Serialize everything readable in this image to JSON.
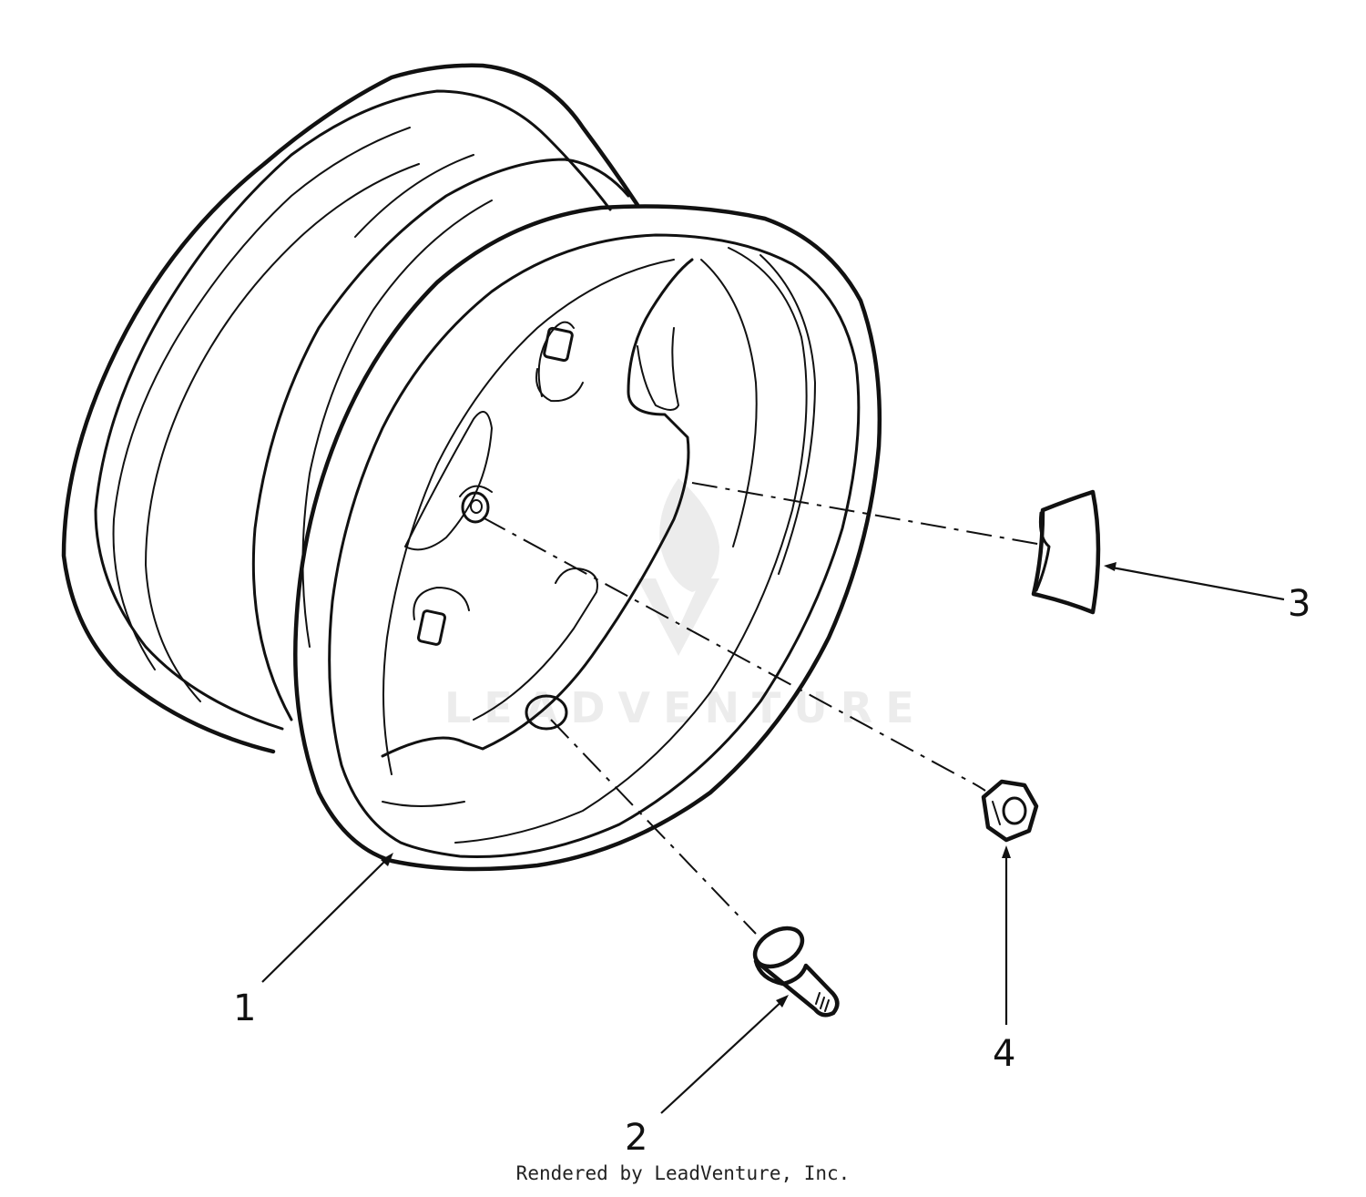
{
  "diagram": {
    "callouts": [
      {
        "label": "1",
        "part": "wheel rim"
      },
      {
        "label": "2",
        "part": "wheel bolt"
      },
      {
        "label": "3",
        "part": "wheel weight"
      },
      {
        "label": "4",
        "part": "lug nut"
      }
    ],
    "watermark": "LEADVENTURE",
    "credit": "Rendered by LeadVenture, Inc."
  },
  "colors": {
    "ink": "#111111",
    "background": "#ffffff"
  }
}
